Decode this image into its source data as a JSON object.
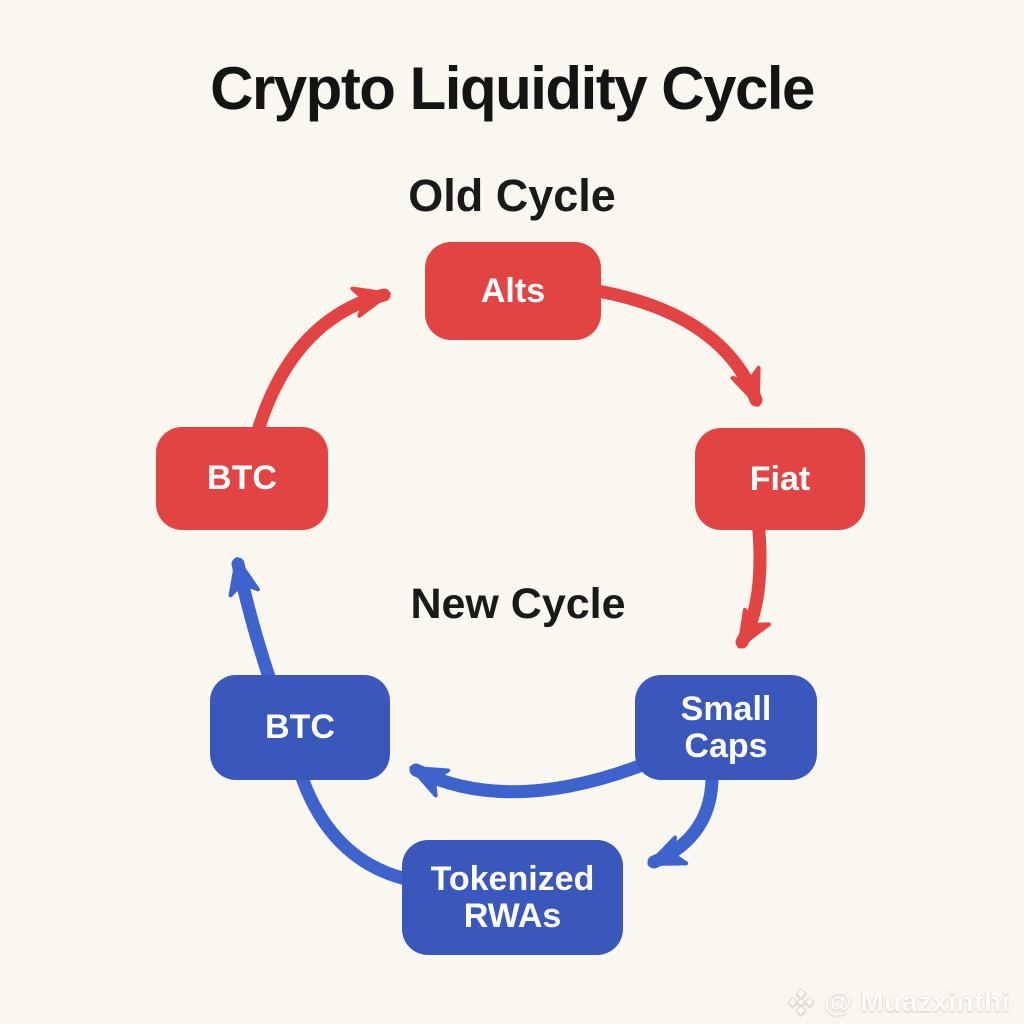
{
  "title": "Crypto Liquidity Cycle",
  "old_cycle": {
    "label": "Old Cycle",
    "color": "#e24444",
    "nodes": {
      "btc": {
        "label": "BTC"
      },
      "alts": {
        "label": "Alts"
      },
      "fiat": {
        "label": "Fiat"
      }
    },
    "edges": [
      "BTC -> Alts",
      "Alts -> Fiat",
      "Fiat -> Small Caps"
    ]
  },
  "new_cycle": {
    "label": "New Cycle",
    "color": "#3a57bb",
    "arrow_color": "#3f63cd",
    "nodes": {
      "btc": {
        "label": "BTC"
      },
      "small_caps": {
        "label": "Small Caps"
      },
      "tokenized_rwas": {
        "label": "Tokenized RWAs"
      }
    },
    "edges": [
      "Small Caps -> BTC",
      "Small Caps -> Tokenized RWAs",
      "BTC -> Tokenized RWAs",
      "BTC -> BTC (old cycle)"
    ]
  },
  "watermark": {
    "handle": "@ Muazxinthi"
  },
  "colors": {
    "background": "#faf7f1",
    "title_text": "#141414",
    "node_text": "#fdfdfd",
    "red": "#e24444",
    "blue": "#3a57bb"
  }
}
